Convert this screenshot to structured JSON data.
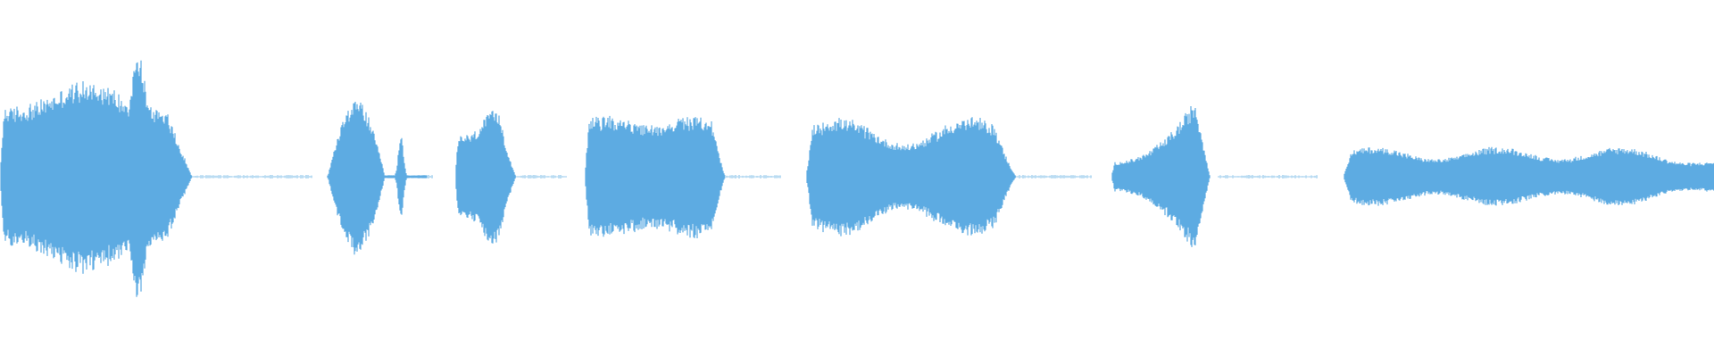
{
  "waveform": {
    "color": "#5dabe2",
    "segments": [
      {
        "name": "segment-1",
        "shape": "double-hump",
        "peak": 0.84,
        "body": 0.46,
        "tail_noise": true
      },
      {
        "name": "segment-2",
        "shape": "burst-spike",
        "peak": 0.52,
        "body": 0.3,
        "tail_noise": true
      },
      {
        "name": "segment-3",
        "shape": "swell",
        "peak": 0.45,
        "body": 0.28,
        "tail_noise": true
      },
      {
        "name": "segment-4",
        "shape": "sustained",
        "peak": 0.41,
        "body": 0.35,
        "tail_noise": true
      },
      {
        "name": "segment-5",
        "shape": "sustained",
        "peak": 0.4,
        "body": 0.22,
        "tail_noise": true
      },
      {
        "name": "segment-6",
        "shape": "crescendo",
        "peak": 0.52,
        "body": 0.1,
        "tail_noise": true
      },
      {
        "name": "segment-7",
        "shape": "flat-band",
        "peak": 0.2,
        "body": 0.12,
        "tail_noise": false
      }
    ]
  }
}
